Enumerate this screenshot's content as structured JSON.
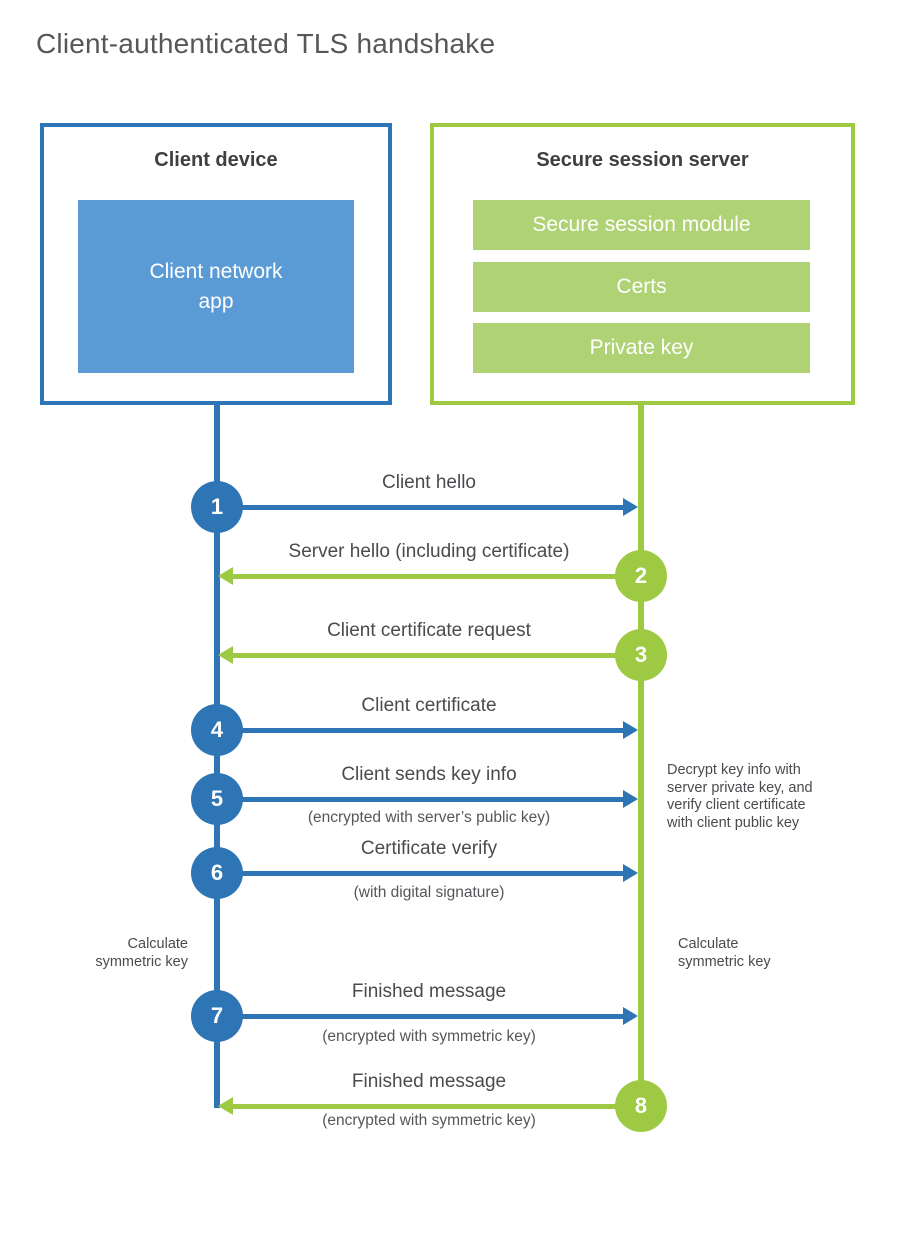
{
  "title": "Client-authenticated TLS handshake",
  "client": {
    "title": "Client device",
    "app_label": "Client network\napp"
  },
  "server": {
    "title": "Secure session server",
    "modules": [
      "Secure session module",
      "Certs",
      "Private key"
    ]
  },
  "colors": {
    "blue": "#2e75b6",
    "light_blue": "#5b9bd5",
    "green": "#9dca42",
    "light_green": "#afd275",
    "text_dark": "#3e3f42",
    "text_gray": "#4a4b4f"
  },
  "messages": [
    {
      "num": "1",
      "label": "Client hello",
      "sublabel": "",
      "direction": "client-to-server"
    },
    {
      "num": "2",
      "label": "Server hello (including certificate)",
      "sublabel": "",
      "direction": "server-to-client"
    },
    {
      "num": "3",
      "label": "Client certificate request",
      "sublabel": "",
      "direction": "server-to-client"
    },
    {
      "num": "4",
      "label": "Client certificate",
      "sublabel": "",
      "direction": "client-to-server"
    },
    {
      "num": "5",
      "label": "Client sends key info",
      "sublabel": "(encrypted with server’s public key)",
      "direction": "client-to-server"
    },
    {
      "num": "6",
      "label": "Certificate verify",
      "sublabel": "(with digital signature)",
      "direction": "client-to-server"
    },
    {
      "num": "7",
      "label": "Finished message",
      "sublabel": "(encrypted with symmetric key)",
      "direction": "client-to-server"
    },
    {
      "num": "8",
      "label": "Finished message",
      "sublabel": "(encrypted with symmetric key)",
      "direction": "server-to-client"
    }
  ],
  "notes": {
    "decrypt": "Decrypt key info with\nserver private key, and\nverify client certificate\nwith client public key",
    "calc_left": "Calculate\nsymmetric key",
    "calc_right": "Calculate\nsymmetric key"
  }
}
